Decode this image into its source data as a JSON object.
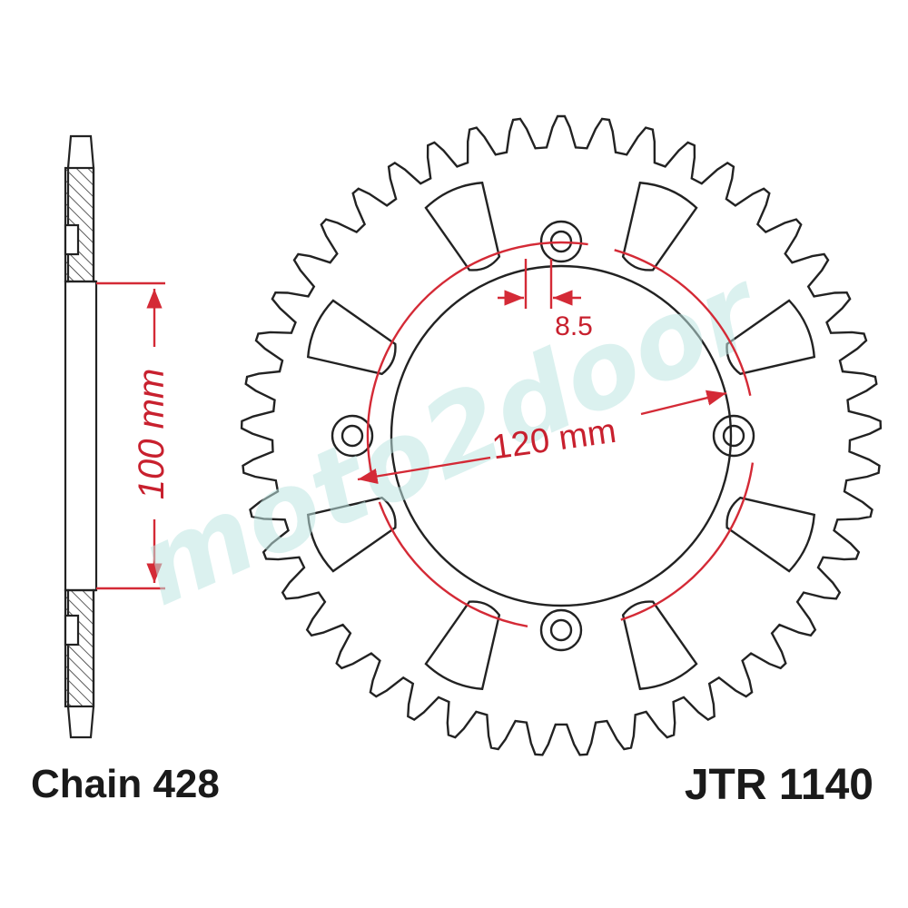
{
  "captions": {
    "chain": "Chain 428",
    "part_number": "JTR 1140"
  },
  "dimensions": {
    "hub_width": "100 mm",
    "bolt_circle": "120 mm",
    "bolt_hole": "8.5"
  },
  "watermark": "moto2door",
  "sprocket": {
    "teeth": 45,
    "bolt_holes": 4,
    "lightening_slots": 8
  },
  "colors": {
    "outline": "#222222",
    "dimension": "#d42a36",
    "hatch": "#333333",
    "watermark": "#bfe6e2"
  }
}
